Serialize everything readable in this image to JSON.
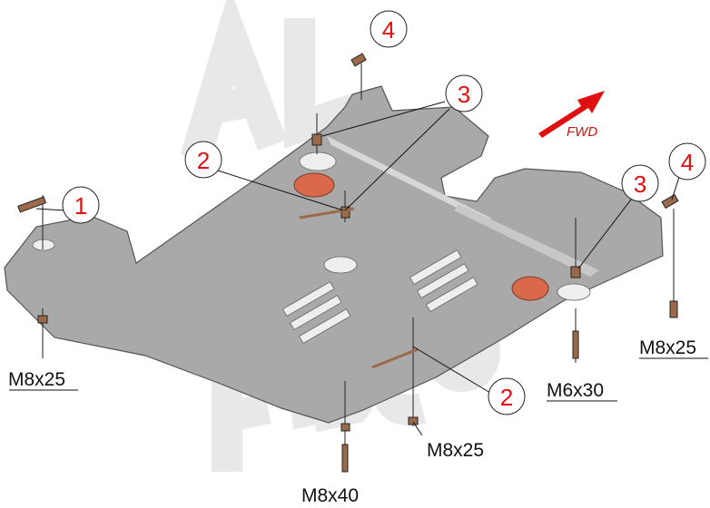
{
  "watermark": "ALFeco",
  "direction": {
    "label": "FWD",
    "color": "#e01010"
  },
  "colors": {
    "plate": "#a8a8a8",
    "callout_number": "#e01010",
    "bolt": "#9a6a4a"
  },
  "callouts": [
    {
      "number": "4"
    },
    {
      "number": "3"
    },
    {
      "number": "2"
    },
    {
      "number": "1"
    },
    {
      "number": "3"
    },
    {
      "number": "4"
    },
    {
      "number": "2"
    }
  ],
  "fasteners": [
    {
      "label": "M8x25"
    },
    {
      "label": "M8x25"
    },
    {
      "label": "M6x30"
    },
    {
      "label": "M8x25"
    },
    {
      "label": "M8x40"
    }
  ]
}
